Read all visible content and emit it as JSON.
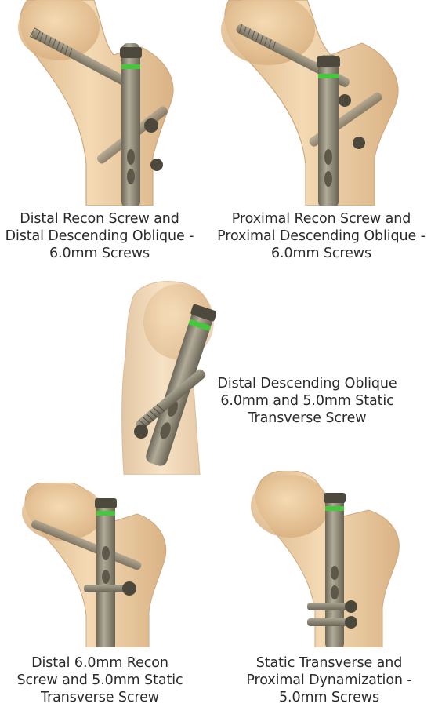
{
  "figures": [
    {
      "id": "fig1",
      "illustration": "femur-nail-distal-recon-oblique",
      "caption": [
        "Distal Recon Screw and",
        "Distal Descending Oblique -",
        "6.0mm Screws"
      ]
    },
    {
      "id": "fig2",
      "illustration": "femur-nail-proximal-recon-oblique",
      "caption": [
        "Proximal Recon Screw and",
        "Proximal Descending Oblique -",
        "6.0mm Screws"
      ]
    },
    {
      "id": "fig3",
      "illustration": "femur-nail-distal-oblique-static-transverse",
      "caption": [
        "Distal Descending Oblique",
        "6.0mm and 5.0mm Static",
        "Transverse Screw"
      ]
    },
    {
      "id": "fig4",
      "illustration": "femur-nail-distal-recon-static-transverse",
      "caption": [
        "Distal 6.0mm Recon",
        "Screw and 5.0mm Static",
        "Transverse Screw"
      ]
    },
    {
      "id": "fig5",
      "illustration": "femur-nail-static-transverse-proximal-dynamization",
      "caption": [
        "Static Transverse and",
        "Proximal Dynamization -",
        "5.0mm Screws"
      ]
    }
  ],
  "colors": {
    "bone": "#ecc99a",
    "bone_edge": "#c9a073",
    "nail": "#9b9482",
    "nail_dark": "#5d5849",
    "band": "#46c83c",
    "screw": "#7d7869"
  }
}
